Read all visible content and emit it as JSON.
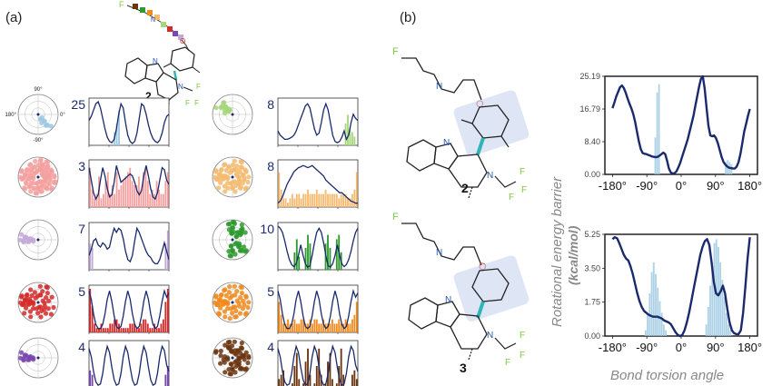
{
  "panel_labels": {
    "a": "(a)",
    "b": "(b)"
  },
  "compound_labels": {
    "c2_top": "2",
    "c2_b": "2",
    "c3_b": "3"
  },
  "atom_labels": {
    "F": "F",
    "N": "N",
    "O": "O"
  },
  "polar_labels": {
    "top": "90°",
    "left": "180°",
    "right": "0°",
    "bottom": "-90°"
  },
  "ticks_a": [
    "-180°",
    "-90°",
    "0°",
    "90°",
    "180°"
  ],
  "colors": {
    "curve": "#1a2a6c",
    "light_blue": "#9ec9e2",
    "pink": "#f4a0a0",
    "lavender": "#c3a9d8",
    "red": "#d42a2a",
    "purple": "#7a48b0",
    "light_green": "#a6d67a",
    "light_orange": "#f5bb70",
    "green": "#2e9a2e",
    "orange": "#f08a1c",
    "brown": "#6b3510",
    "fluor": "#7ac943",
    "bond": "#2fb5b5"
  },
  "chart_data": [
    {
      "type": "bar+line",
      "panel": "a",
      "position": "left-1",
      "number_label": "25",
      "bar_color": "light_blue",
      "bars": [
        0,
        0,
        0,
        0,
        0,
        0,
        0,
        0,
        0,
        0,
        0,
        3,
        5,
        8,
        0,
        0,
        0,
        0,
        0,
        0,
        0,
        0,
        0,
        0,
        0,
        0,
        0,
        0,
        0,
        0,
        0,
        0,
        0,
        0,
        0,
        0
      ],
      "curve": [
        0.55,
        0.65,
        0.8,
        0.95,
        1.0,
        0.85,
        0.6,
        0.35,
        0.15,
        0.05,
        0.02,
        0.1,
        0.35,
        0.7,
        0.95,
        0.85,
        0.5,
        0.2,
        0.05,
        0.0,
        0.05,
        0.25,
        0.6,
        0.95,
        0.9,
        0.7,
        0.45,
        0.25,
        0.12,
        0.05,
        0.02,
        0.08,
        0.25,
        0.5,
        0.65,
        0.7
      ]
    },
    {
      "type": "bar+line",
      "panel": "a",
      "position": "left-2",
      "number_label": "3",
      "bar_color": "pink",
      "bars": [
        9,
        4,
        2,
        3,
        7,
        2,
        3,
        6,
        8,
        3,
        5,
        3,
        8,
        4,
        5,
        6,
        7,
        8,
        9,
        6,
        5,
        5,
        7,
        4,
        8,
        9,
        6,
        3,
        4,
        3,
        6,
        4,
        3,
        3,
        6,
        8
      ],
      "curve": [
        0.9,
        0.6,
        0.3,
        0.15,
        0.25,
        0.6,
        0.9,
        0.7,
        0.4,
        0.2,
        0.25,
        0.55,
        0.95,
        0.75,
        0.55,
        0.6,
        0.65,
        0.7,
        0.75,
        0.7,
        0.55,
        0.35,
        0.25,
        0.35,
        0.7,
        0.95,
        0.7,
        0.4,
        0.2,
        0.15,
        0.3,
        0.6,
        0.9,
        0.85,
        0.6,
        0.5
      ]
    },
    {
      "type": "bar+line",
      "panel": "a",
      "position": "left-3",
      "number_label": "7",
      "bar_color": "lavender",
      "bars": [
        6,
        5,
        0,
        0,
        0,
        0,
        0,
        0,
        0,
        0,
        0,
        0,
        0,
        0,
        0,
        0,
        0,
        0,
        0,
        0,
        0,
        0,
        0,
        0,
        0,
        0,
        0,
        0,
        0,
        0,
        0,
        0,
        0,
        0,
        6,
        9
      ],
      "curve": [
        0.3,
        0.45,
        0.65,
        0.7,
        0.55,
        0.5,
        0.6,
        0.55,
        0.45,
        0.5,
        0.75,
        0.95,
        0.85,
        0.95,
        0.9,
        0.7,
        0.4,
        0.2,
        0.15,
        0.3,
        0.65,
        0.95,
        0.85,
        0.7,
        0.55,
        0.4,
        0.3,
        0.25,
        0.15,
        0.1,
        0.1,
        0.2,
        0.4,
        0.6,
        0.4,
        0.2
      ]
    },
    {
      "type": "bar+line",
      "panel": "a",
      "position": "left-4",
      "number_label": "5",
      "bar_color": "red",
      "bars": [
        10,
        6,
        2,
        1,
        1,
        2,
        1,
        1,
        1,
        2,
        2,
        3,
        3,
        2,
        1,
        1,
        1,
        1,
        2,
        2,
        2,
        1,
        1,
        2,
        3,
        3,
        2,
        1,
        1,
        2,
        1,
        1,
        2,
        3,
        7,
        10
      ],
      "curve": [
        0.95,
        0.75,
        0.4,
        0.15,
        0.05,
        0.05,
        0.15,
        0.4,
        0.75,
        0.95,
        0.7,
        0.35,
        0.1,
        0.05,
        0.1,
        0.35,
        0.7,
        0.95,
        0.75,
        0.4,
        0.15,
        0.05,
        0.1,
        0.35,
        0.7,
        0.95,
        0.75,
        0.4,
        0.15,
        0.05,
        0.1,
        0.35,
        0.7,
        0.95,
        0.8,
        0.9
      ]
    },
    {
      "type": "bar+line",
      "panel": "a",
      "position": "left-5",
      "number_label": "4",
      "bar_color": "purple",
      "bars": [
        4,
        3,
        0,
        0,
        0,
        0,
        0,
        0,
        0,
        0,
        0,
        0,
        0,
        0,
        0,
        0,
        0,
        0,
        0,
        0,
        0,
        0,
        0,
        0,
        0,
        0,
        0,
        0,
        0,
        0,
        0,
        0,
        0,
        0,
        3,
        5
      ],
      "curve": [
        0.9,
        0.7,
        0.35,
        0.1,
        0.02,
        0.05,
        0.3,
        0.7,
        0.95,
        0.8,
        0.45,
        0.15,
        0.02,
        0.05,
        0.3,
        0.7,
        0.95,
        0.8,
        0.45,
        0.15,
        0.02,
        0.05,
        0.3,
        0.7,
        0.95,
        0.8,
        0.45,
        0.15,
        0.02,
        0.05,
        0.3,
        0.7,
        0.95,
        0.85,
        0.5,
        0.35
      ]
    },
    {
      "type": "bar+line",
      "panel": "a",
      "position": "right-1",
      "number_label": "8",
      "bar_color": "light_green",
      "bars": [
        0,
        0,
        0,
        0,
        0,
        0,
        0,
        0,
        0,
        0,
        0,
        0,
        0,
        0,
        0,
        0,
        0,
        0,
        0,
        0,
        0,
        0,
        0,
        0,
        0,
        0,
        0,
        0,
        0,
        0,
        5,
        7,
        4,
        3,
        2,
        0
      ],
      "curve": [
        0.3,
        0.2,
        0.15,
        0.1,
        0.1,
        0.12,
        0.15,
        0.2,
        0.3,
        0.45,
        0.6,
        0.75,
        0.9,
        0.95,
        0.85,
        0.6,
        0.35,
        0.2,
        0.25,
        0.5,
        0.8,
        0.95,
        0.8,
        0.5,
        0.2,
        0.05,
        0.02,
        0.05,
        0.15,
        0.3,
        0.1,
        0.2,
        0.5,
        0.7,
        0.6,
        0.55
      ]
    },
    {
      "type": "bar+line",
      "panel": "a",
      "position": "right-2",
      "number_label": "8",
      "bar_color": "light_orange",
      "bars": [
        8,
        4,
        2,
        2,
        1,
        2,
        3,
        2,
        3,
        3,
        2,
        3,
        3,
        4,
        3,
        3,
        3,
        4,
        3,
        3,
        3,
        4,
        3,
        3,
        3,
        3,
        3,
        2,
        3,
        3,
        3,
        2,
        2,
        3,
        4,
        8
      ],
      "curve": [
        0.05,
        0.1,
        0.2,
        0.35,
        0.5,
        0.6,
        0.7,
        0.8,
        0.85,
        0.9,
        0.92,
        0.95,
        0.93,
        0.9,
        0.92,
        0.95,
        0.9,
        0.85,
        0.8,
        0.75,
        0.7,
        0.6,
        0.55,
        0.5,
        0.45,
        0.4,
        0.35,
        0.3,
        0.3,
        0.25,
        0.2,
        0.15,
        0.1,
        0.08,
        0.05,
        0.05
      ]
    },
    {
      "type": "bar+line",
      "panel": "a",
      "position": "right-3",
      "number_label": "10",
      "bar_color": "green",
      "bars": [
        0,
        0,
        0,
        0,
        0,
        0,
        0,
        4,
        7,
        3,
        0,
        0,
        5,
        8,
        6,
        0,
        0,
        0,
        0,
        0,
        0,
        6,
        8,
        5,
        0,
        0,
        7,
        8,
        4,
        0,
        0,
        0,
        0,
        0,
        0,
        0
      ],
      "curve": [
        1.0,
        0.95,
        0.85,
        0.65,
        0.4,
        0.2,
        0.08,
        0.03,
        0.1,
        0.3,
        0.55,
        0.3,
        0.1,
        0.02,
        0.05,
        0.3,
        0.6,
        0.85,
        0.95,
        0.85,
        0.6,
        0.3,
        0.05,
        0.02,
        0.1,
        0.3,
        0.55,
        0.3,
        0.1,
        0.03,
        0.08,
        0.2,
        0.4,
        0.65,
        0.85,
        0.95
      ]
    },
    {
      "type": "bar+line",
      "panel": "a",
      "position": "right-4",
      "number_label": "5",
      "bar_color": "orange",
      "bars": [
        7,
        4,
        2,
        2,
        3,
        2,
        2,
        3,
        2,
        2,
        3,
        3,
        2,
        2,
        3,
        2,
        3,
        3,
        2,
        2,
        3,
        2,
        2,
        2,
        3,
        2,
        2,
        3,
        2,
        2,
        3,
        2,
        2,
        3,
        4,
        7
      ],
      "curve": [
        0.95,
        0.75,
        0.4,
        0.15,
        0.05,
        0.05,
        0.15,
        0.4,
        0.75,
        0.95,
        0.7,
        0.35,
        0.1,
        0.05,
        0.1,
        0.35,
        0.7,
        0.95,
        0.75,
        0.4,
        0.15,
        0.05,
        0.1,
        0.35,
        0.7,
        0.95,
        0.75,
        0.4,
        0.15,
        0.05,
        0.1,
        0.35,
        0.7,
        0.95,
        0.8,
        0.9
      ]
    },
    {
      "type": "bar+line",
      "panel": "a",
      "position": "right-5",
      "number_label": "4",
      "bar_color": "brown",
      "bars": [
        2,
        3,
        4,
        0,
        0,
        0,
        1,
        5,
        8,
        2,
        0,
        1,
        6,
        9,
        3,
        0,
        1,
        5,
        9,
        3,
        0,
        1,
        6,
        8,
        2,
        0,
        1,
        5,
        9,
        3,
        0,
        0,
        0,
        3,
        4,
        2
      ],
      "curve": [
        0.9,
        0.7,
        0.35,
        0.1,
        0.02,
        0.05,
        0.3,
        0.7,
        0.95,
        0.8,
        0.45,
        0.15,
        0.02,
        0.05,
        0.3,
        0.7,
        0.95,
        0.8,
        0.45,
        0.15,
        0.02,
        0.05,
        0.3,
        0.7,
        0.95,
        0.8,
        0.45,
        0.15,
        0.02,
        0.05,
        0.3,
        0.7,
        0.95,
        0.85,
        0.5,
        0.35
      ]
    },
    {
      "type": "bar+line",
      "panel": "b",
      "position": "top",
      "ylabel": "Rotational energy barrier (kcal/mol)",
      "xlabel": "Bond torsion angle",
      "ylim": [
        0,
        25.19
      ],
      "yticks": [
        "0.00",
        "8.40",
        "16.79",
        "25.19"
      ],
      "xticks": [
        "-180°",
        "-90°",
        "0°",
        "90°",
        "180°"
      ],
      "bars": [
        0,
        0,
        0,
        0,
        0,
        0,
        0,
        0,
        0,
        0,
        0,
        0,
        0,
        0,
        0,
        0,
        0,
        0,
        0,
        0,
        0,
        0,
        9,
        20,
        22,
        0,
        0,
        0,
        0,
        0,
        0,
        0,
        0,
        0,
        0,
        0,
        0,
        0,
        0,
        0,
        0,
        0,
        0,
        0,
        0,
        0,
        0,
        0,
        0,
        0,
        0,
        0,
        0,
        0,
        0,
        0,
        0,
        0,
        0,
        3,
        3.5,
        3,
        2.5,
        0,
        0,
        0,
        0,
        0,
        0,
        0,
        0,
        0
      ],
      "curve": [
        17,
        18.5,
        20,
        21.2,
        22.4,
        22.8,
        22.2,
        21,
        19.5,
        18.2,
        17,
        15.5,
        13.5,
        11,
        8.5,
        6.5,
        5.5,
        5.3,
        5.2,
        5,
        4.8,
        4.6,
        4.5,
        4.4,
        4.5,
        4.8,
        5.2,
        5.6,
        5.2,
        3.5,
        1.5,
        0.5,
        0.2,
        0.3,
        0.8,
        1.8,
        3,
        4.5,
        6,
        7.5,
        9,
        11,
        13,
        15,
        17.5,
        20,
        22.5,
        24.5,
        25.2,
        22,
        17,
        12.5,
        10,
        9.8,
        10,
        9.3,
        8,
        6.2,
        4.5,
        3.2,
        2.5,
        2,
        1.7,
        1.6,
        1.5,
        1.5,
        2,
        3.2,
        5.2,
        8,
        11,
        13,
        15,
        16.8
      ]
    },
    {
      "type": "bar+line",
      "panel": "b",
      "position": "bottom",
      "ylim": [
        0,
        5.25
      ],
      "yticks": [
        "0.00",
        "1.75",
        "3.50",
        "5.25"
      ],
      "xticks": [
        "-180°",
        "-90°",
        "0°",
        "90°",
        "180°"
      ],
      "bars": [
        0,
        0,
        0,
        0,
        0,
        0,
        0,
        0,
        0,
        0,
        0,
        0,
        0,
        0,
        0,
        0,
        0.3,
        1.2,
        2.2,
        3.3,
        3.8,
        3.2,
        2.5,
        1.8,
        1.2,
        0.6,
        0.3,
        0,
        0,
        0,
        0,
        0,
        0,
        0,
        0,
        0,
        0,
        0,
        0,
        0,
        0,
        0,
        0,
        0,
        0,
        0,
        0.6,
        1.5,
        2.6,
        3.8,
        4.8,
        5.0,
        4.6,
        3.8,
        2.9,
        2.0,
        1.2,
        0.6,
        0.3,
        0,
        0,
        0,
        0,
        0,
        0,
        0,
        0,
        0
      ],
      "curve": [
        5.0,
        5.1,
        5.05,
        4.8,
        4.5,
        4.2,
        4.0,
        3.9,
        3.6,
        3.2,
        2.7,
        2.2,
        1.8,
        1.5,
        1.3,
        1.2,
        1.1,
        1.05,
        1.0,
        1.0,
        1.0,
        0.95,
        0.9,
        0.8,
        0.75,
        0.7,
        0.6,
        0.4,
        0.2,
        0.05,
        0.0,
        0.05,
        0.3,
        0.7,
        1.2,
        1.8,
        2.4,
        3.0,
        3.6,
        4.2,
        4.6,
        4.9,
        5.0,
        4.7,
        3.8,
        2.8,
        2.2,
        2.1,
        2.3,
        2.6,
        2.2,
        1.4,
        0.7,
        0.3,
        0.15,
        0.1,
        0.1,
        0.3,
        1.2,
        2.5,
        4.0,
        5.1
      ]
    }
  ],
  "axis_labels_b": {
    "ylabel_line1": "Rotational  energy barrier",
    "ylabel_line2": "(kcal/mol)",
    "xlabel": "Bond torsion angle"
  }
}
